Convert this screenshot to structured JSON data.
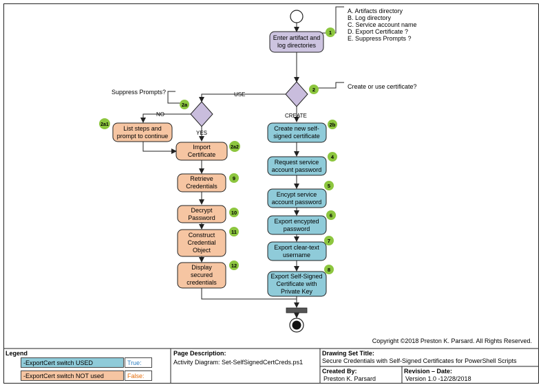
{
  "colors": {
    "purple": "#cdc4e0",
    "teal": "#8fcbd9",
    "orange": "#f6c5a2",
    "diamond": "#c9bddd",
    "badge": "#8dc63f",
    "true_text": "#2f7fc1",
    "false_text": "#e46c0a",
    "line": "#222222"
  },
  "nodes": {
    "enter_dirs": {
      "line1": "Enter artifact and",
      "line2": "log directories",
      "badge": "1"
    },
    "decision_create_use": {
      "badge": "2"
    },
    "decision_suppress": {
      "badge": "2a"
    },
    "list_steps": {
      "line1": "List steps and",
      "line2": "prompt to continue",
      "badge": "2a1"
    },
    "import_cert": {
      "line1": "Import",
      "line2": "Certificate",
      "badge": "2a2"
    },
    "retrieve_creds": {
      "line1": "Retrieve",
      "line2": "Credentials",
      "badge": "9"
    },
    "decrypt_pw": {
      "line1": "Decrypt",
      "line2": "Password",
      "badge": "10"
    },
    "construct_obj": {
      "line1": "Construct",
      "line2": "Credential",
      "line3": "Object",
      "badge": "11"
    },
    "display_creds": {
      "line1": "Display",
      "line2": "secured",
      "line3": "credentials",
      "badge": "12"
    },
    "create_cert": {
      "line1": "Create new self-",
      "line2": "signed certificate",
      "badge": "2b"
    },
    "request_pw": {
      "line1": "Request service",
      "line2": "account password",
      "badge": "4"
    },
    "encrypt_pw": {
      "line1": "Encypt service",
      "line2": "account password",
      "badge": "5"
    },
    "export_enc": {
      "line1": "Export encypted",
      "line2": "password",
      "badge": "6"
    },
    "export_clear": {
      "line1": "Export clear-text",
      "line2": "username",
      "badge": "7"
    },
    "export_cert": {
      "line1": "Export Self-Signed",
      "line2": "Certificate with",
      "line3": "Private Key",
      "badge": "8"
    }
  },
  "annotations": {
    "inputs": [
      "A. Artifacts directory",
      "B. Log directory",
      "C. Service account name",
      "D. Export Certificate ?",
      "E. Suppress Prompts ?"
    ],
    "create_or_use": "Create or use certificate?",
    "suppress_prompts": "Suppress Prompts?"
  },
  "edge_labels": {
    "use": "USE",
    "create": "CREATE",
    "no": "NO",
    "yes": "YES"
  },
  "copyright": "Copyright ©2018 Preston K. Parsard. All Rights Reserved.",
  "title_block": {
    "legend_label": "Legend",
    "legend_used": "-ExportCert switch USED",
    "legend_true": "True:",
    "legend_not_used": "-ExportCert switch NOT used",
    "legend_false": "False:",
    "page_desc_label": "Page Description:",
    "page_desc_value": "Activity Diagram: Set-SelfSignedCertCreds.ps1",
    "drawing_title_label": "Drawing Set Title:",
    "drawing_title_value": "Secure Credentials with Self-Signed Certificates for PowerShell Scripts",
    "created_by_label": "Created By:",
    "created_by_value": "Preston K. Parsard",
    "revision_label": "Revision – Date:",
    "revision_value": "Version 1.0 -12/28/2018"
  }
}
